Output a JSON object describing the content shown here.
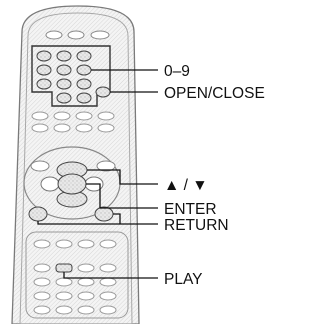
{
  "labels": {
    "digits": "0–9",
    "open_close": "OPEN/CLOSE",
    "up_down": "▲ / ▼",
    "enter": "ENTER",
    "return": "RETURN",
    "play": "PLAY"
  }
}
